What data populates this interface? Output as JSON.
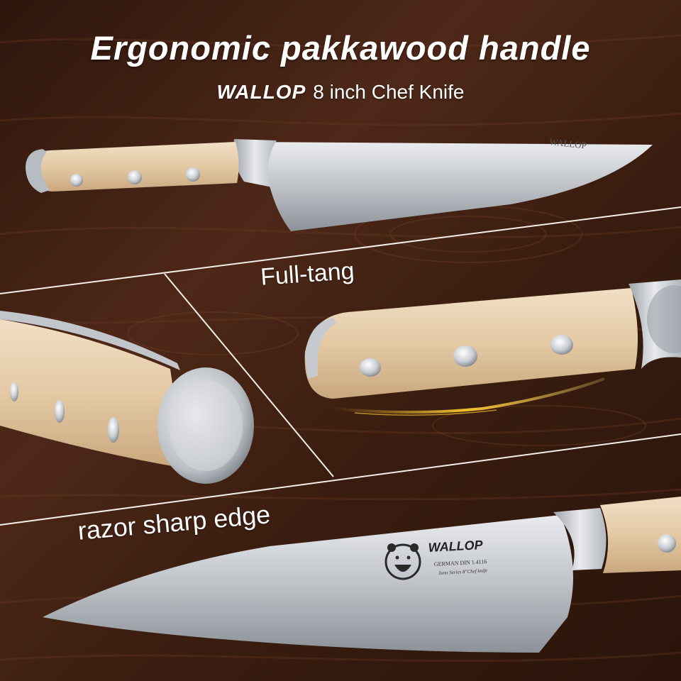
{
  "header": {
    "title": "Ergonomic pakkawood handle",
    "brand": "WALLOP",
    "product": "8 inch Chef Knife"
  },
  "panels": {
    "full_tang_label": "Full-tang",
    "edge_label": "razor sharp edge"
  },
  "blade_etch": {
    "top_blade_brand": "WALLOP",
    "bottom_blade_brand": "WALLOP",
    "bottom_blade_line1": "GERMAN DIN 1.4116",
    "bottom_blade_line2": "Juno Series 8\"Chef knife"
  },
  "colors": {
    "wood_dark": "#3a1d10",
    "wood_mid": "#5a3020",
    "handle": "#e6cfae",
    "steel": "#c9ccd0",
    "accent_gold": "#f2c230",
    "divider": "#f4efe8"
  }
}
